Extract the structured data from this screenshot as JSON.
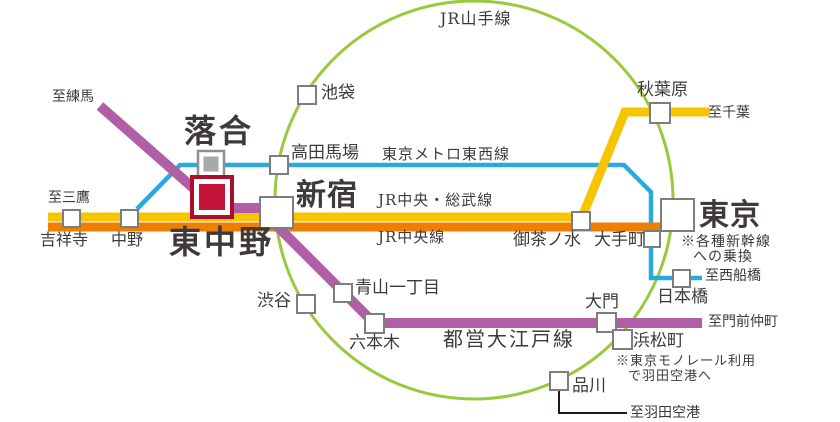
{
  "lines": {
    "yamanote": {
      "label": "JR山手線",
      "color": "#99c93c"
    },
    "tozai": {
      "label": "東京メトロ東西線",
      "color": "#29a9e0"
    },
    "chuo_sobu": {
      "label": "JR中央・総武線",
      "color": "#f7c500"
    },
    "chuo": {
      "label": "JR中央線",
      "color": "#ee7f01"
    },
    "oedo": {
      "label": "都営大江戸線",
      "color": "#b05fa6"
    },
    "haneda_link": {
      "color": "#231815"
    }
  },
  "stations": {
    "ikebukuro": "池袋",
    "takadanobaba": "高田馬場",
    "ochiai": "落合",
    "shinjuku": "新宿",
    "higashi_nakano": "東中野",
    "nakano": "中野",
    "kichijoji": "吉祥寺",
    "shibuya": "渋谷",
    "aoyama_itchome": "青山一丁目",
    "roppongi": "六本木",
    "ochanomizu": "御茶ノ水",
    "otemachi": "大手町",
    "tokyo": "東京",
    "akihabara": "秋葉原",
    "nihombashi": "日本橋",
    "daimon": "大門",
    "hamamatsucho": "浜松町",
    "shinagawa": "品川"
  },
  "directions": {
    "nerima": "至練馬",
    "mitaka": "至三鷹",
    "chiba": "至千葉",
    "nishi_funabashi": "至西船橋",
    "monzen_nakacho": "至門前仲町",
    "haneda": "至羽田空港"
  },
  "notes": {
    "shinkansen_1": "※各種新幹線",
    "shinkansen_2": "への乗換",
    "monorail_1": "※東京モノレール利用",
    "monorail_2": "で羽田空港へ"
  },
  "markers": {
    "station_square": {
      "fill": "#ffffff",
      "border": "#7d7d7d"
    },
    "ochiai_station": {
      "fill": "#a9a9a9",
      "border": "#8f8f8f"
    },
    "property": {
      "fill": "#c4143a",
      "border": "#ac0e2e"
    },
    "text_color": "#3e3a39"
  }
}
